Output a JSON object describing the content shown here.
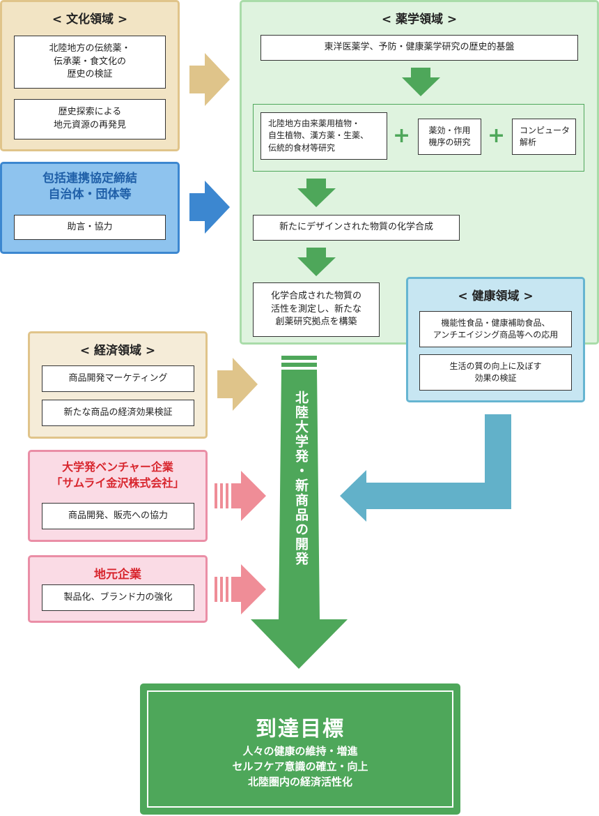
{
  "culture": {
    "title": "< 文化領域 >",
    "items": [
      "北陸地方の伝統薬・\n伝承薬・食文化の\n歴史の検証",
      "歴史探索による\n地元資源の再発見"
    ]
  },
  "partnership": {
    "title": "包括連携協定締結\n自治体・団体等",
    "items": [
      "助言・協力"
    ]
  },
  "pharma": {
    "title": "< 薬学領域 >",
    "top": "東洋医薬学、予防・健康薬学研究の歴史的基盤",
    "row": [
      "北陸地方由来薬用植物・\n自生植物、漢方薬・生薬、\n伝統的食材等研究",
      "薬効・作用\n機序の研究",
      "コンピュータ\n解析"
    ],
    "step2": "新たにデザインされた物質の化学合成",
    "step3": "化学合成された物質の\n活性を測定し、新たな\n創薬研究拠点を構築"
  },
  "health": {
    "title": "< 健康領域 >",
    "items": [
      "機能性食品・健康補助食品、\nアンチエイジング商品等への応用",
      "生活の質の向上に及ぼす\n効果の検証"
    ]
  },
  "economy": {
    "title": "< 経済領域 >",
    "items": [
      "商品開発マーケティング",
      "新たな商品の経済効果検証"
    ]
  },
  "venture": {
    "title": "大学発ベンチャー企業\n「サムライ金沢株式会社」",
    "items": [
      "商品開発、販売への協力"
    ]
  },
  "local": {
    "title": "地元企業",
    "items": [
      "製品化、ブランド力の強化"
    ]
  },
  "main_arrow": {
    "label": "北陸大学発・新商品の開発"
  },
  "goal": {
    "title": "到達目標",
    "lines": [
      "人々の健康の維持・増進",
      "セルフケア意識の確立・向上",
      "北陸圏内の経済活性化"
    ]
  },
  "colors": {
    "culture_bg": "#f2e4c4",
    "culture_border": "#e0c48a",
    "partner_bg": "#8ec3ee",
    "partner_border": "#3c87d0",
    "pharma_bg": "#dff3df",
    "pharma_border": "#a9dca9",
    "health_bg": "#c7e6f2",
    "health_border": "#66b5d1",
    "economy_bg": "#f5ecd8",
    "economy_border": "#e0c48a",
    "pink_bg": "#fadbe5",
    "pink_border": "#ea8ea6",
    "green": "#4ea75a",
    "red_text": "#d8262e",
    "blue_text": "#1f5fa8"
  }
}
